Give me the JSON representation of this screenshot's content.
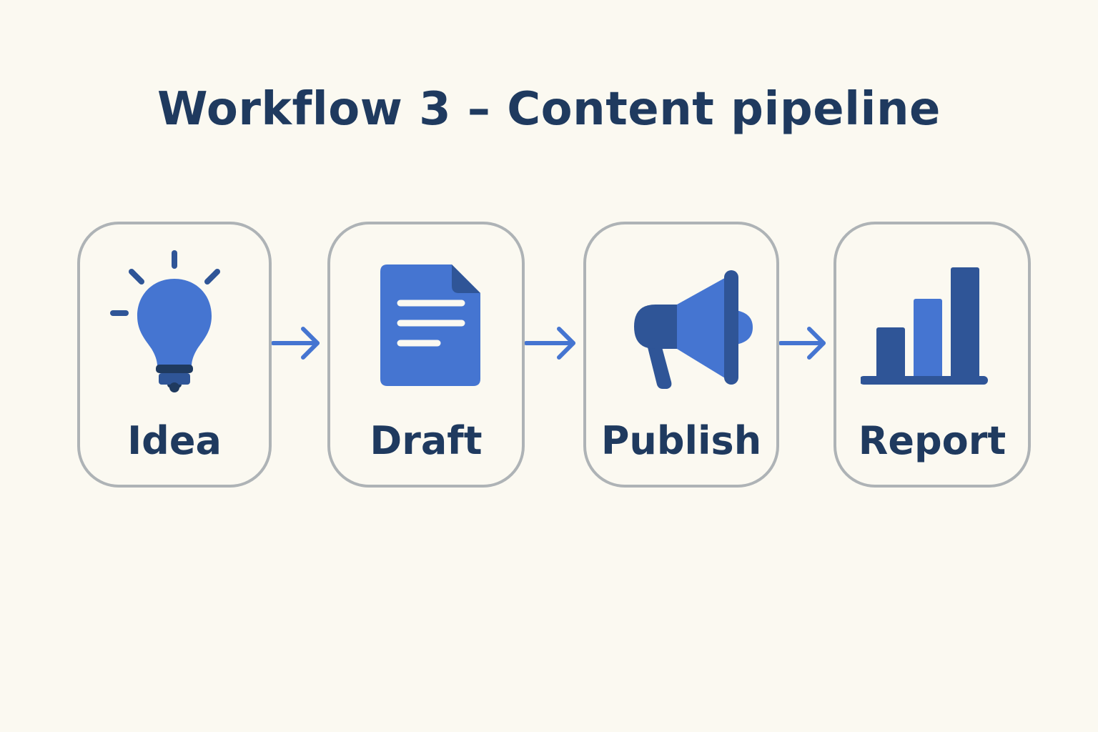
{
  "diagram": {
    "title": "Workflow 3 – Content pipeline",
    "steps": [
      {
        "label": "Idea",
        "icon": "lightbulb-icon"
      },
      {
        "label": "Draft",
        "icon": "document-icon"
      },
      {
        "label": "Publish",
        "icon": "megaphone-icon"
      },
      {
        "label": "Report",
        "icon": "bar-chart-icon"
      }
    ],
    "colors": {
      "primary": "#4575d1",
      "dark": "#2f5597",
      "text": "#1f3a5f",
      "border": "#aeb3b6",
      "background": "#fbf9f1"
    }
  }
}
